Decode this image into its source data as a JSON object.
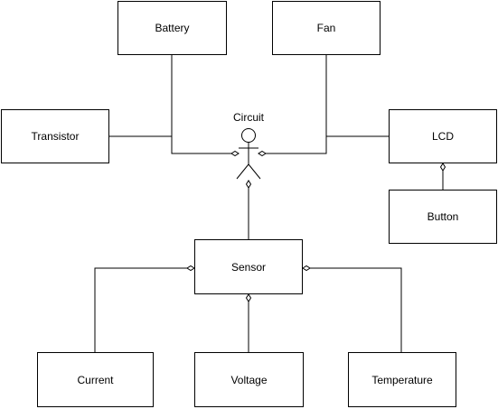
{
  "nodes": {
    "battery": "Battery",
    "fan": "Fan",
    "transistor": "Transistor",
    "lcd": "LCD",
    "button": "Button",
    "circuit": "Circuit",
    "sensor": "Sensor",
    "current": "Current",
    "voltage": "Voltage",
    "temperature": "Temperature"
  },
  "style": {
    "line_color": "#000000",
    "box_fill": "#ffffff"
  }
}
